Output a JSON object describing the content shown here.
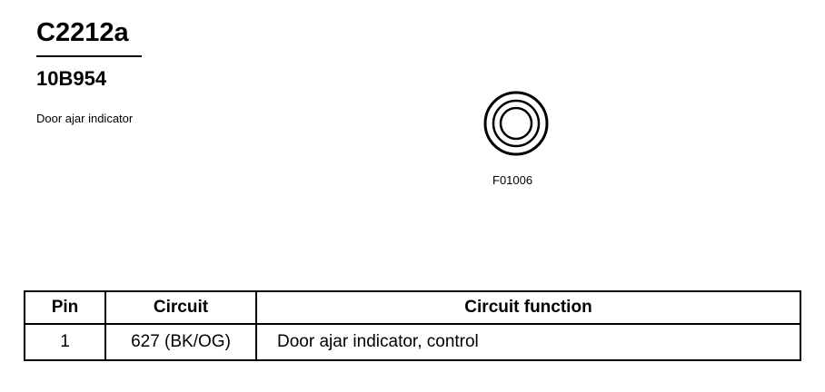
{
  "header": {
    "connector_id": "C2212a",
    "part_number": "10B954",
    "description": "Door ajar indicator"
  },
  "figure": {
    "code": "F01006"
  },
  "table": {
    "columns": [
      "Pin",
      "Circuit",
      "Circuit function"
    ],
    "rows": [
      {
        "pin": "1",
        "circuit": "627 (BK/OG)",
        "function": "Door ajar indicator, control"
      }
    ]
  }
}
